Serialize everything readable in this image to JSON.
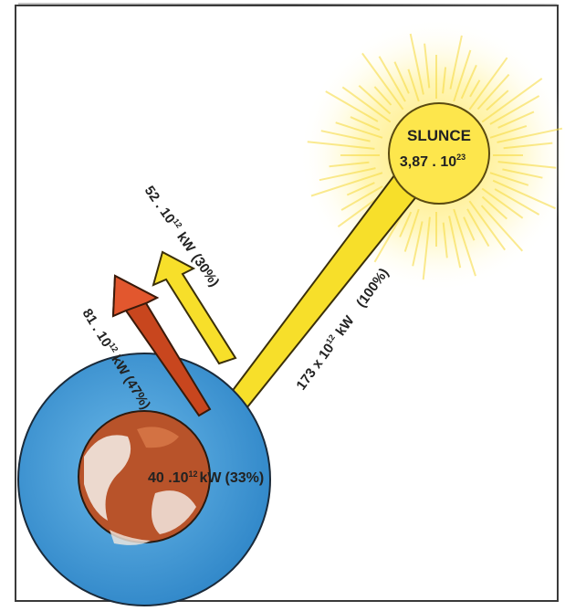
{
  "colors": {
    "frame": "#3a3a3a",
    "sun_glow": "#ffe66a",
    "sun_body": "#fde64c",
    "sun_outline": "#5a4a10",
    "beam": "#f7df2a",
    "beam_outline": "#3a2f0a",
    "atmosphere": "#4a9fd8",
    "earth_land": "#b8532a",
    "earth_light": "#f2e8e0",
    "red_arrow": "#c8461e",
    "red_arrow_head": "#e2572e"
  },
  "sun": {
    "name": "SLUNCE",
    "value": "3,87 . 10",
    "exponent": "23"
  },
  "incoming": {
    "label": "173 x 10",
    "exponent": "12",
    "unit": "kW",
    "percent": "(100%)"
  },
  "reflected": {
    "label": "52 . 10",
    "exponent": "12",
    "unit": "kW",
    "percent": "(30%)"
  },
  "atmosphere_absorbed": {
    "label": "81 . 10",
    "exponent": "12",
    "unit": "kW",
    "percent": "(47%)"
  },
  "surface_absorbed": {
    "label": "40 .10",
    "exponent": "12",
    "unit": "kW",
    "percent": "(33%)"
  }
}
